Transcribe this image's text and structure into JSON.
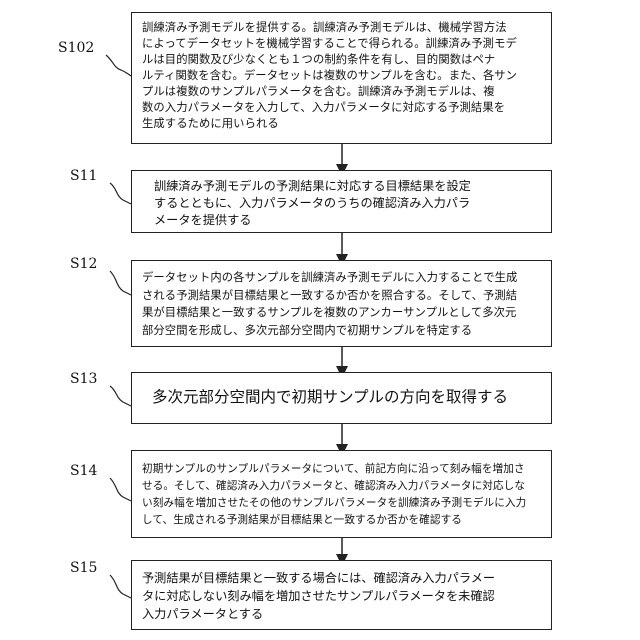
{
  "steps": [
    {
      "id": "S102",
      "text": "訓練済み予測モデルを提供する。訓練済み予測モデルは、機械学習方法\nによってデータセットを機械学習することで得られる。訓練済み予測モデ\nルは目的関数及び少なくとも１つの制約条件を有し、目的関数はペナ\nルティ関数を含む。データセットは複数のサンプルを含む。また、各サン\nプルは複数のサンプルパラメータを含む。訓練済み予測モデルは、複\n数の入力パラメータを入力して、入力パラメータに対応する予測結果を\n生成するために用いられる"
    },
    {
      "id": "S11",
      "text": "訓練済み予測モデルの予測結果に対応する目標結果を設定\nするとともに、入力パラメータのうちの確認済み入力パラ\nメータを提供する"
    },
    {
      "id": "S12",
      "text": "データセット内の各サンプルを訓練済み予測モデルに入力することで生成\nされる予測結果が目標結果と一致するか否かを照合する。そして、予測結\n果が目標結果と一致するサンプルを複数のアンカーサンプルとして多次元\n部分空間を形成し、多次元部分空間内で初期サンプルを特定する"
    },
    {
      "id": "S13",
      "text": "多次元部分空間内で初期サンプルの方向を取得する"
    },
    {
      "id": "S14",
      "text": "初期サンプルのサンプルパラメータについて、前記方向に沿って刻み幅を増加さ\nせる。そして、確認済み入力パラメータと、確認済み入力パラメータに対応しな\nい刻み幅を増加させたその他のサンプルパラメータを訓練済み予測モデルに入力\nして、生成される予測結果が目標結果と一致するか否かを確認する"
    },
    {
      "id": "S15",
      "text": "予測結果が目標結果と一致する場合には、確認済み入力パラメー\nタに対応しない刻み幅を増加させたサンプルパラメータを未確認\n入力パラメータとする"
    }
  ]
}
